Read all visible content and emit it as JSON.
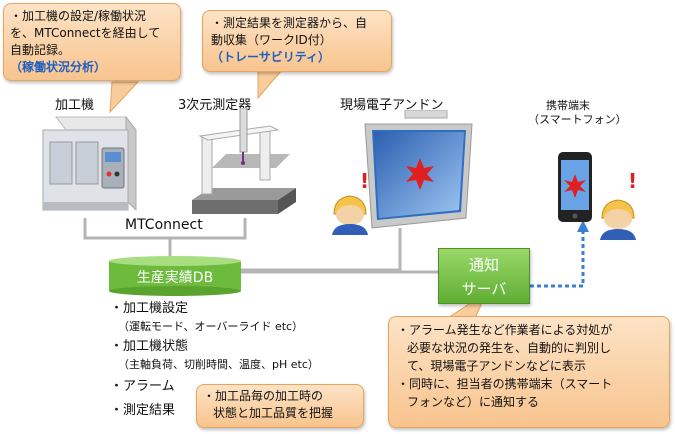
{
  "callout_left": {
    "lines": [
      "・加工機の設定/稼働状況",
      "を、MTConnectを経由して",
      "自動記録。"
    ],
    "highlight": "（稼働状況分析）"
  },
  "callout_right": {
    "lines": [
      "・測定結果を測定器から、自",
      "動収集（ワークID付）"
    ],
    "highlight": "（トレーサビリティ）"
  },
  "devices": {
    "machine_label": "加工機",
    "cmm_label": "3次元測定器",
    "andon_label": "現場電子アンドン",
    "phone_label_1": "携帯端末",
    "phone_label_2": "（スマートフォン）"
  },
  "mtconnect_label": "MTConnect",
  "db_label": "生産実績DB",
  "server_label_1": "通知",
  "server_label_2": "サーバ",
  "db_items": [
    {
      "title": "・加工機設定",
      "sub": "（運転モード、オーバーライド etc）"
    },
    {
      "title": "・加工機状態",
      "sub": "（主軸負荷、切削時間、温度、pH etc）"
    },
    {
      "title": "・アラーム",
      "sub": ""
    },
    {
      "title": "・測定結果",
      "sub": ""
    }
  ],
  "callout_bottom_mid": {
    "lines": [
      "・加工品毎の加工時の",
      "状態と加工品質を把握"
    ]
  },
  "callout_bottom_right": {
    "lines": [
      "・アラーム発生など作業者による対処が",
      "必要な状況の発生を、自動的に判別し",
      "て、現場電子アンドンなどに表示",
      "・同時に、担当者の携帯端末（スマート",
      "フォンなど）に通知する"
    ]
  },
  "colors": {
    "accent_blue": "#1f5fbf",
    "db_green": "#6cbb3c",
    "callout_orange": "#f8c48e",
    "alert_red": "#e02020"
  }
}
